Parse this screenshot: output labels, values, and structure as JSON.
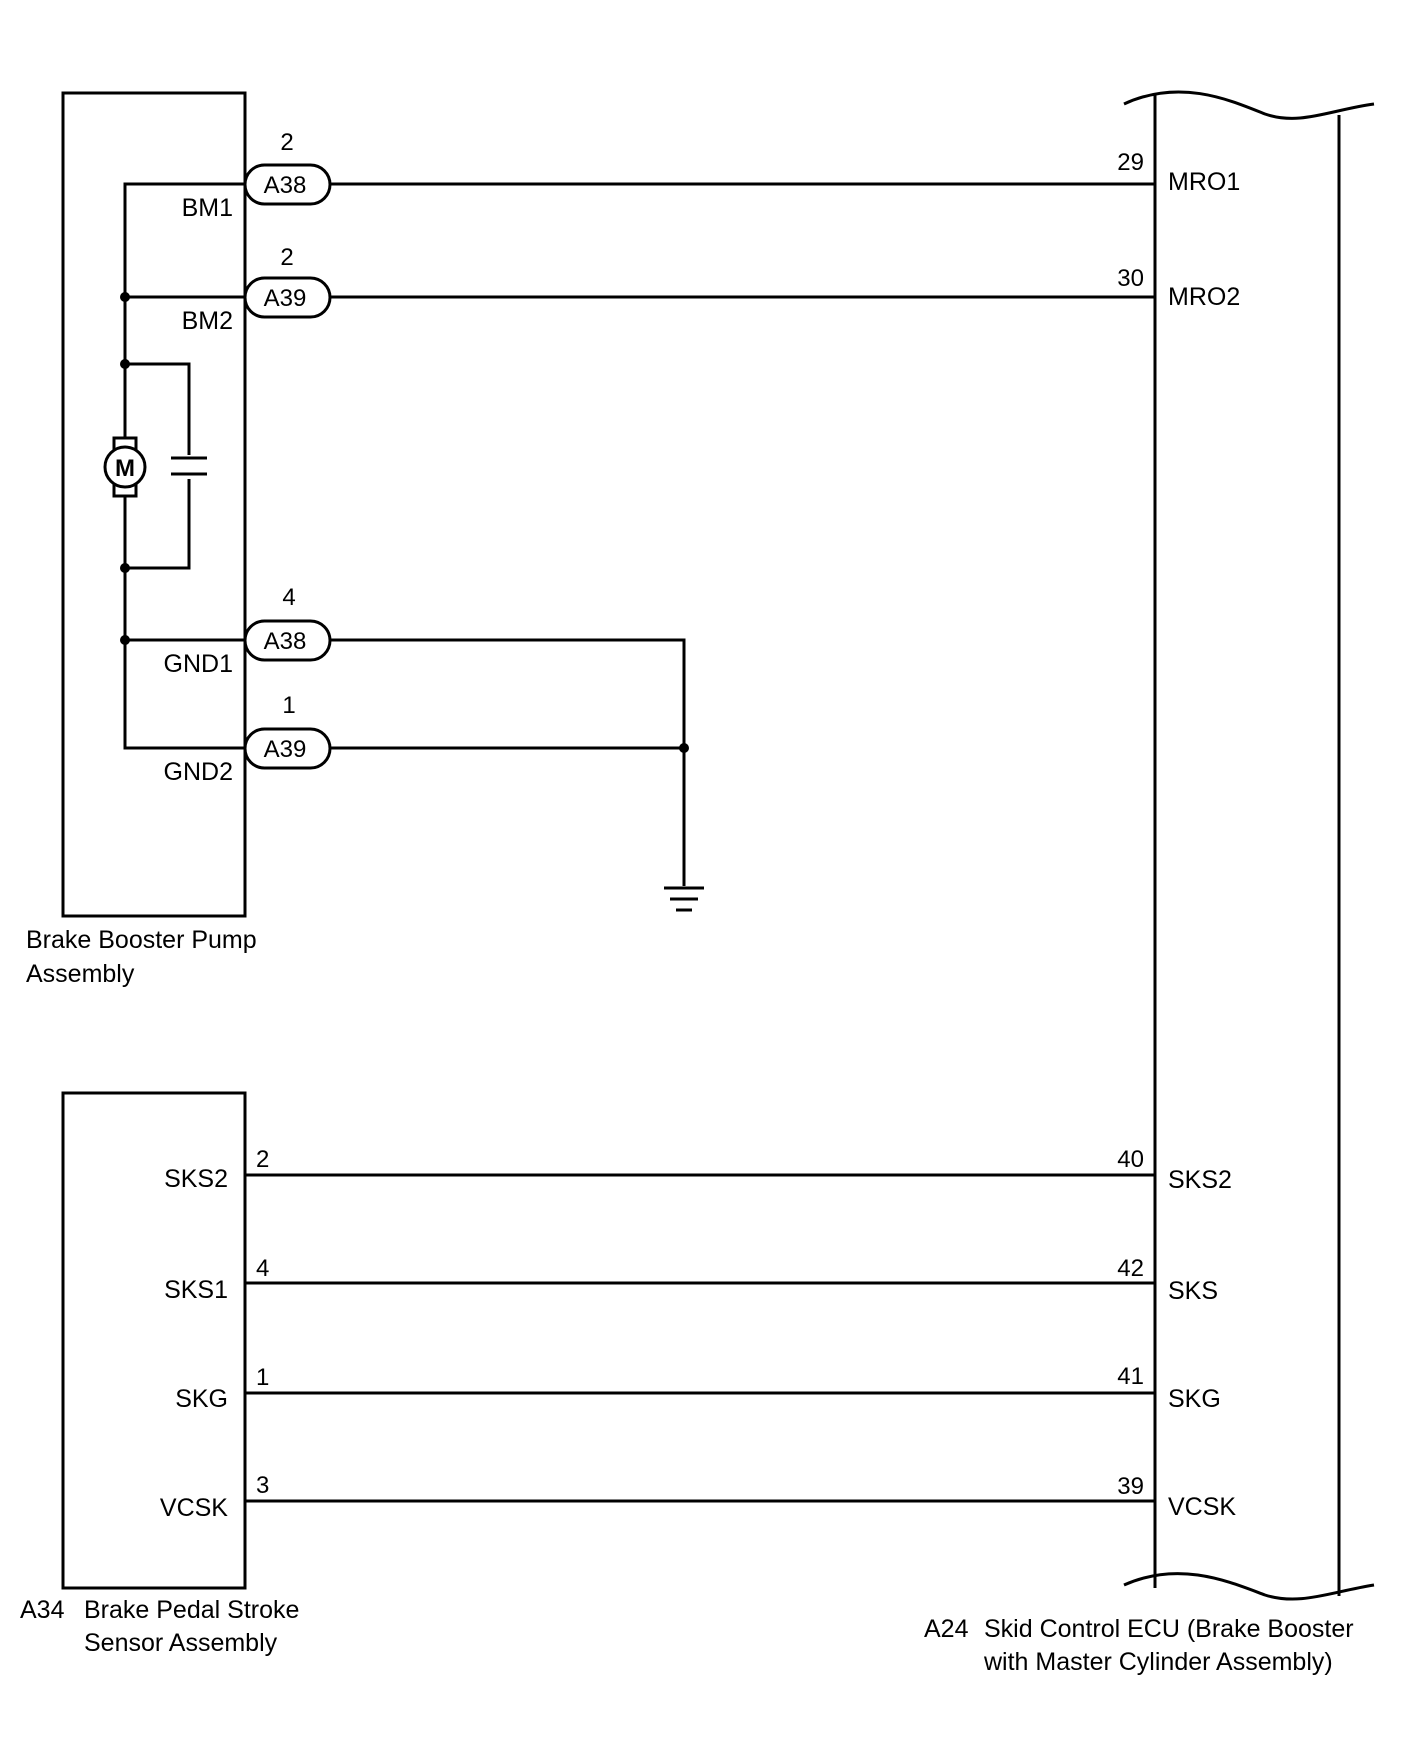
{
  "pump_assembly": {
    "caption": [
      "Brake Booster Pump",
      "Assembly"
    ],
    "pins": {
      "bm1": "BM1",
      "bm2": "BM2",
      "gnd1": "GND1",
      "gnd2": "GND2"
    },
    "motor_symbol": "M"
  },
  "connectors": [
    {
      "label": "A38",
      "pin": "2"
    },
    {
      "label": "A39",
      "pin": "2"
    },
    {
      "label": "A38",
      "pin": "4"
    },
    {
      "label": "A39",
      "pin": "1"
    }
  ],
  "ecu": {
    "code": "A24",
    "caption": [
      "Skid Control ECU (Brake Booster",
      "with Master Cylinder Assembly)"
    ],
    "terminals": [
      {
        "pin": "29",
        "name": "MRO1"
      },
      {
        "pin": "30",
        "name": "MRO2"
      },
      {
        "pin": "40",
        "name": "SKS2"
      },
      {
        "pin": "42",
        "name": "SKS"
      },
      {
        "pin": "41",
        "name": "SKG"
      },
      {
        "pin": "39",
        "name": "VCSK"
      }
    ]
  },
  "stroke_sensor": {
    "code": "A34",
    "caption": [
      "Brake Pedal Stroke",
      "Sensor Assembly"
    ],
    "terminals": [
      {
        "pin": "2",
        "name": "SKS2"
      },
      {
        "pin": "4",
        "name": "SKS1"
      },
      {
        "pin": "1",
        "name": "SKG"
      },
      {
        "pin": "3",
        "name": "VCSK"
      }
    ]
  }
}
